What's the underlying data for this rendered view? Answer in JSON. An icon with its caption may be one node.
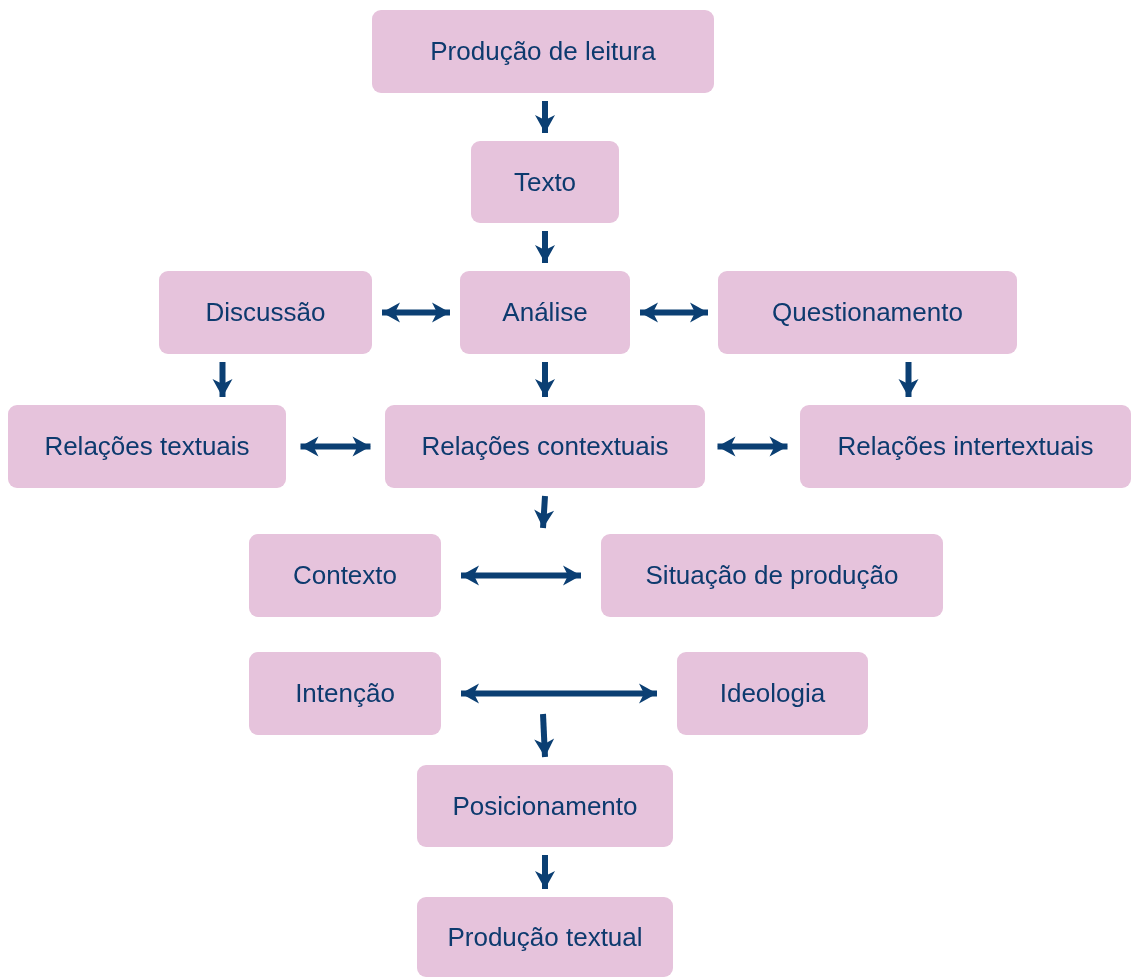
{
  "diagram": {
    "nodes": [
      {
        "text": [
          "Produção de leitura"
        ]
      },
      {
        "text": [
          "Texto"
        ]
      },
      {
        "text": [
          "Discussão"
        ]
      },
      {
        "text": [
          "Análise"
        ]
      },
      {
        "text": [
          "Questionamento"
        ]
      },
      {
        "text": [
          "Relações textuais"
        ]
      },
      {
        "text": [
          "Relações contextuais"
        ]
      },
      {
        "text": [
          "Relações intertextuais"
        ]
      },
      {
        "text": [
          "Contexto"
        ]
      },
      {
        "text": [
          "Situação de produção"
        ]
      },
      {
        "text": [
          "Intenção"
        ]
      },
      {
        "text": [
          "Ideologia"
        ]
      },
      {
        "text": [
          "Posicionamento"
        ]
      },
      {
        "text": [
          "Produção textual"
        ]
      }
    ],
    "edges": [
      {
        "from": 0,
        "to": 1,
        "arrow": "to"
      },
      {
        "from": 1,
        "to": 3,
        "arrow": "to"
      },
      {
        "from": 2,
        "to": 3,
        "arrow": "both"
      },
      {
        "from": 3,
        "to": 4,
        "arrow": "both"
      },
      {
        "from": 2,
        "to": 5,
        "arrow": "to"
      },
      {
        "from": 3,
        "to": 6,
        "arrow": "to"
      },
      {
        "from": 4,
        "to": 7,
        "arrow": "to"
      },
      {
        "from": 5,
        "to": 6,
        "arrow": "both"
      },
      {
        "from": 6,
        "to": 7,
        "arrow": "both"
      },
      {
        "from": 6,
        "to": null,
        "arrow": "to"
      },
      {
        "from": 8,
        "to": 9,
        "arrow": "both"
      },
      {
        "from": 10,
        "to": 11,
        "arrow": "both"
      },
      {
        "from": null,
        "to": 12,
        "arrow": "to"
      },
      {
        "from": 12,
        "to": 13,
        "arrow": "to"
      }
    ]
  }
}
